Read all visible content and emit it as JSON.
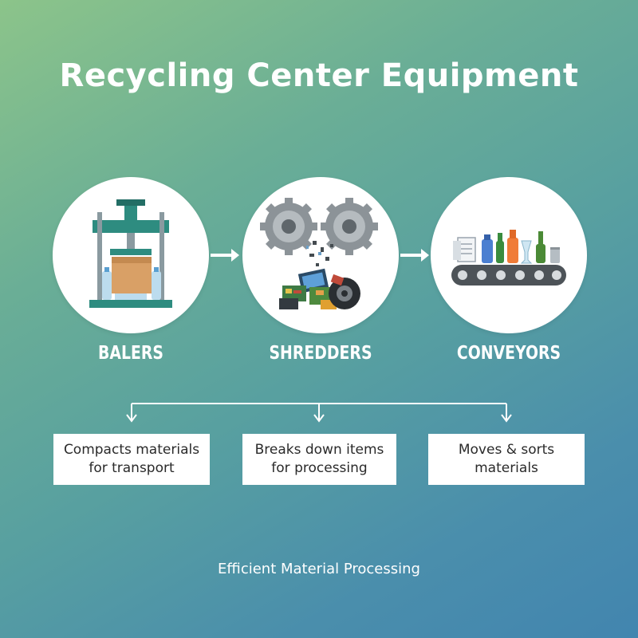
{
  "title": "Recycling Center Equipment",
  "steps": [
    {
      "name": "BALERS",
      "icon": "baler-press-icon",
      "description": [
        "Compacts materials",
        "for transport"
      ]
    },
    {
      "name": "SHREDDERS",
      "icon": "shredder-gears-icon",
      "description": [
        "Breaks down items",
        "for processing"
      ]
    },
    {
      "name": "CONVEYORS",
      "icon": "conveyor-belt-icon",
      "description": [
        "Moves & sorts",
        "materials"
      ]
    }
  ],
  "footer": "Efficient Material Processing",
  "colors": {
    "teal_machine": "#2e8c80",
    "arrow": "#ffffff",
    "box_text": "#2a2a2a",
    "gradient_start": "#8cc48a",
    "gradient_end": "#4285af"
  }
}
